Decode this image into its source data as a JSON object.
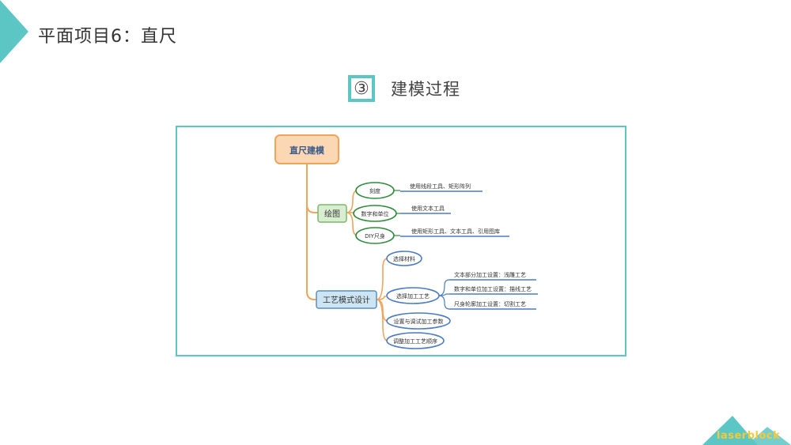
{
  "slide": {
    "title": "平面项目6：直尺",
    "section_number": "③",
    "section_title": "建模过程"
  },
  "diagram": {
    "root": "直尺建模",
    "branch1": {
      "label": "绘图",
      "children": [
        {
          "label": "刻度",
          "note": "使用线段工具、矩形阵列"
        },
        {
          "label": "数字和单位",
          "note": "使用文本工具"
        },
        {
          "label": "DIY尺身",
          "note": "使用矩形工具、文本工具、引用图库"
        }
      ]
    },
    "branch2": {
      "label": "工艺模式设计",
      "children": [
        {
          "label": "选择材料"
        },
        {
          "label": "选择加工工艺",
          "notes": [
            "文本部分加工设置：浅雕工艺",
            "数字和单位加工设置：描线工艺",
            "尺身轮廓加工设置：切割工艺"
          ]
        },
        {
          "label": "设置与调试加工参数"
        },
        {
          "label": "调整加工工艺顺序"
        }
      ]
    }
  },
  "logo": {
    "text": "laserblock"
  },
  "colors": {
    "accent": "#5cc6c4",
    "orange": "#f0a45a",
    "green": "#2e8b3a",
    "blue": "#4a7bc0",
    "logo": "#f5c93a"
  }
}
